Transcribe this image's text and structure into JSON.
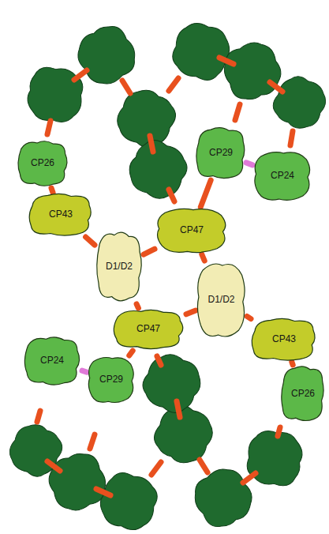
{
  "diagram": {
    "nodes": [
      {
        "text": [
          "CP26"
        ]
      },
      {
        "text": [
          "CP29"
        ]
      },
      {
        "text": [
          "CP24"
        ]
      },
      {
        "text": [
          "CP43"
        ]
      },
      {
        "text": [
          "CP47"
        ]
      },
      {
        "text": [
          "D1/D2"
        ]
      },
      {
        "text": [
          "D1/D2"
        ]
      },
      {
        "text": [
          "CP47"
        ]
      },
      {
        "text": [
          "CP43"
        ]
      },
      {
        "text": [
          "CP24"
        ]
      },
      {
        "text": [
          "CP29"
        ]
      },
      {
        "text": [
          "CP26"
        ]
      }
    ],
    "edges": [
      {
        "from": 0,
        "to": 3,
        "arrow": "none"
      },
      {
        "from": 3,
        "to": 5,
        "arrow": "none"
      },
      {
        "from": 5,
        "to": 4,
        "arrow": "none"
      },
      {
        "from": 4,
        "to": 1,
        "arrow": "none"
      },
      {
        "from": 1,
        "to": 2,
        "arrow": "none"
      },
      {
        "from": 4,
        "to": 6,
        "arrow": "none"
      },
      {
        "from": 5,
        "to": 7,
        "arrow": "none"
      },
      {
        "from": 7,
        "to": 6,
        "arrow": "none"
      },
      {
        "from": 6,
        "to": 8,
        "arrow": "none"
      },
      {
        "from": 8,
        "to": 11,
        "arrow": "none"
      },
      {
        "from": 7,
        "to": 10,
        "arrow": "none"
      },
      {
        "from": 9,
        "to": 10,
        "arrow": "none"
      }
    ]
  }
}
